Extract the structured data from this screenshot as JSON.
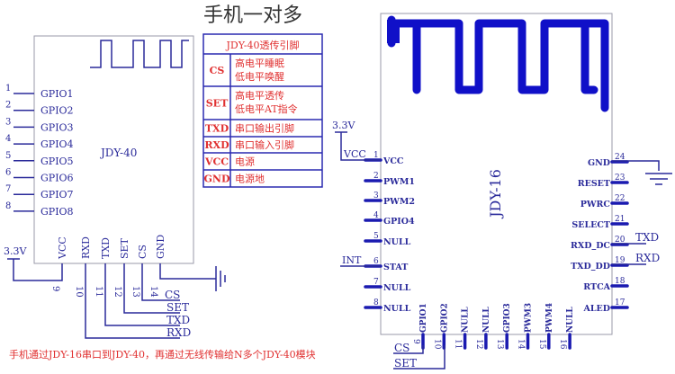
{
  "title": "手机一对多",
  "jdy40": {
    "name": "JDY-40",
    "gpio_pins": [
      {
        "num": "1",
        "label": "GPIO1"
      },
      {
        "num": "2",
        "label": "GPIO2"
      },
      {
        "num": "3",
        "label": "GPIO3"
      },
      {
        "num": "4",
        "label": "GPIO4"
      },
      {
        "num": "5",
        "label": "GPIO5"
      },
      {
        "num": "6",
        "label": "GPIO6"
      },
      {
        "num": "7",
        "label": "GPIO7"
      },
      {
        "num": "8",
        "label": "GPIO8"
      }
    ],
    "bottom_pins": [
      {
        "num": "9",
        "label": "VCC"
      },
      {
        "num": "10",
        "label": "RXD"
      },
      {
        "num": "11",
        "label": "TXD"
      },
      {
        "num": "12",
        "label": "SET"
      },
      {
        "num": "13",
        "label": "CS"
      },
      {
        "num": "14",
        "label": "GND"
      }
    ],
    "supply": "3.3V",
    "net_labels": [
      "CS",
      "SET",
      "TXD",
      "RXD"
    ]
  },
  "table": {
    "header": "JDY-40透传引脚",
    "rows": [
      {
        "pin": "CS",
        "desc": [
          "高电平睡眠",
          "低电平唤醒"
        ]
      },
      {
        "pin": "SET",
        "desc": [
          "高电平透传",
          "低电平AT指令"
        ]
      },
      {
        "pin": "TXD",
        "desc": [
          "串口输出引脚"
        ]
      },
      {
        "pin": "RXD",
        "desc": [
          "串口输入引脚"
        ]
      },
      {
        "pin": "VCC",
        "desc": [
          "电源"
        ]
      },
      {
        "pin": "GND",
        "desc": [
          "电源地"
        ]
      }
    ]
  },
  "jdy16": {
    "name": "JDY-16",
    "supply": "3.3V",
    "left_pins": [
      {
        "num": "1",
        "label": "VCC",
        "net": "VCC"
      },
      {
        "num": "2",
        "label": "PWM1",
        "net": ""
      },
      {
        "num": "3",
        "label": "PWM2",
        "net": ""
      },
      {
        "num": "4",
        "label": "GPIO4",
        "net": ""
      },
      {
        "num": "5",
        "label": "NULL",
        "net": ""
      },
      {
        "num": "6",
        "label": "STAT",
        "net": "INT"
      },
      {
        "num": "7",
        "label": "NULL",
        "net": ""
      },
      {
        "num": "8",
        "label": "NULL",
        "net": ""
      }
    ],
    "bottom_pins": [
      {
        "num": "9",
        "label": "GPIO1"
      },
      {
        "num": "10",
        "label": "GPIO2"
      },
      {
        "num": "11",
        "label": "NULL"
      },
      {
        "num": "12",
        "label": "NULL"
      },
      {
        "num": "13",
        "label": "GPIO3"
      },
      {
        "num": "14",
        "label": "PWM3"
      },
      {
        "num": "15",
        "label": "PWM4"
      },
      {
        "num": "16",
        "label": "NULL"
      }
    ],
    "right_pins": [
      {
        "num": "24",
        "label": "GND",
        "net": ""
      },
      {
        "num": "23",
        "label": "RESET",
        "net": ""
      },
      {
        "num": "22",
        "label": "PWRC",
        "net": ""
      },
      {
        "num": "21",
        "label": "SELECT",
        "net": ""
      },
      {
        "num": "20",
        "label": "RXD_DC",
        "net": "TXD"
      },
      {
        "num": "19",
        "label": "TXD_DD",
        "net": "RXD"
      },
      {
        "num": "18",
        "label": "RTCA",
        "net": ""
      },
      {
        "num": "17",
        "label": "ALED",
        "net": ""
      }
    ],
    "bottom_nets": [
      "CS",
      "SET"
    ]
  },
  "caption": "手机通过JDY-16串口到JDY-40，再通过无线传输给N多个JDY-40模块",
  "colors": {
    "wire": "#2a2a9a",
    "antenna": "#1010c8",
    "note": "#e03030"
  }
}
